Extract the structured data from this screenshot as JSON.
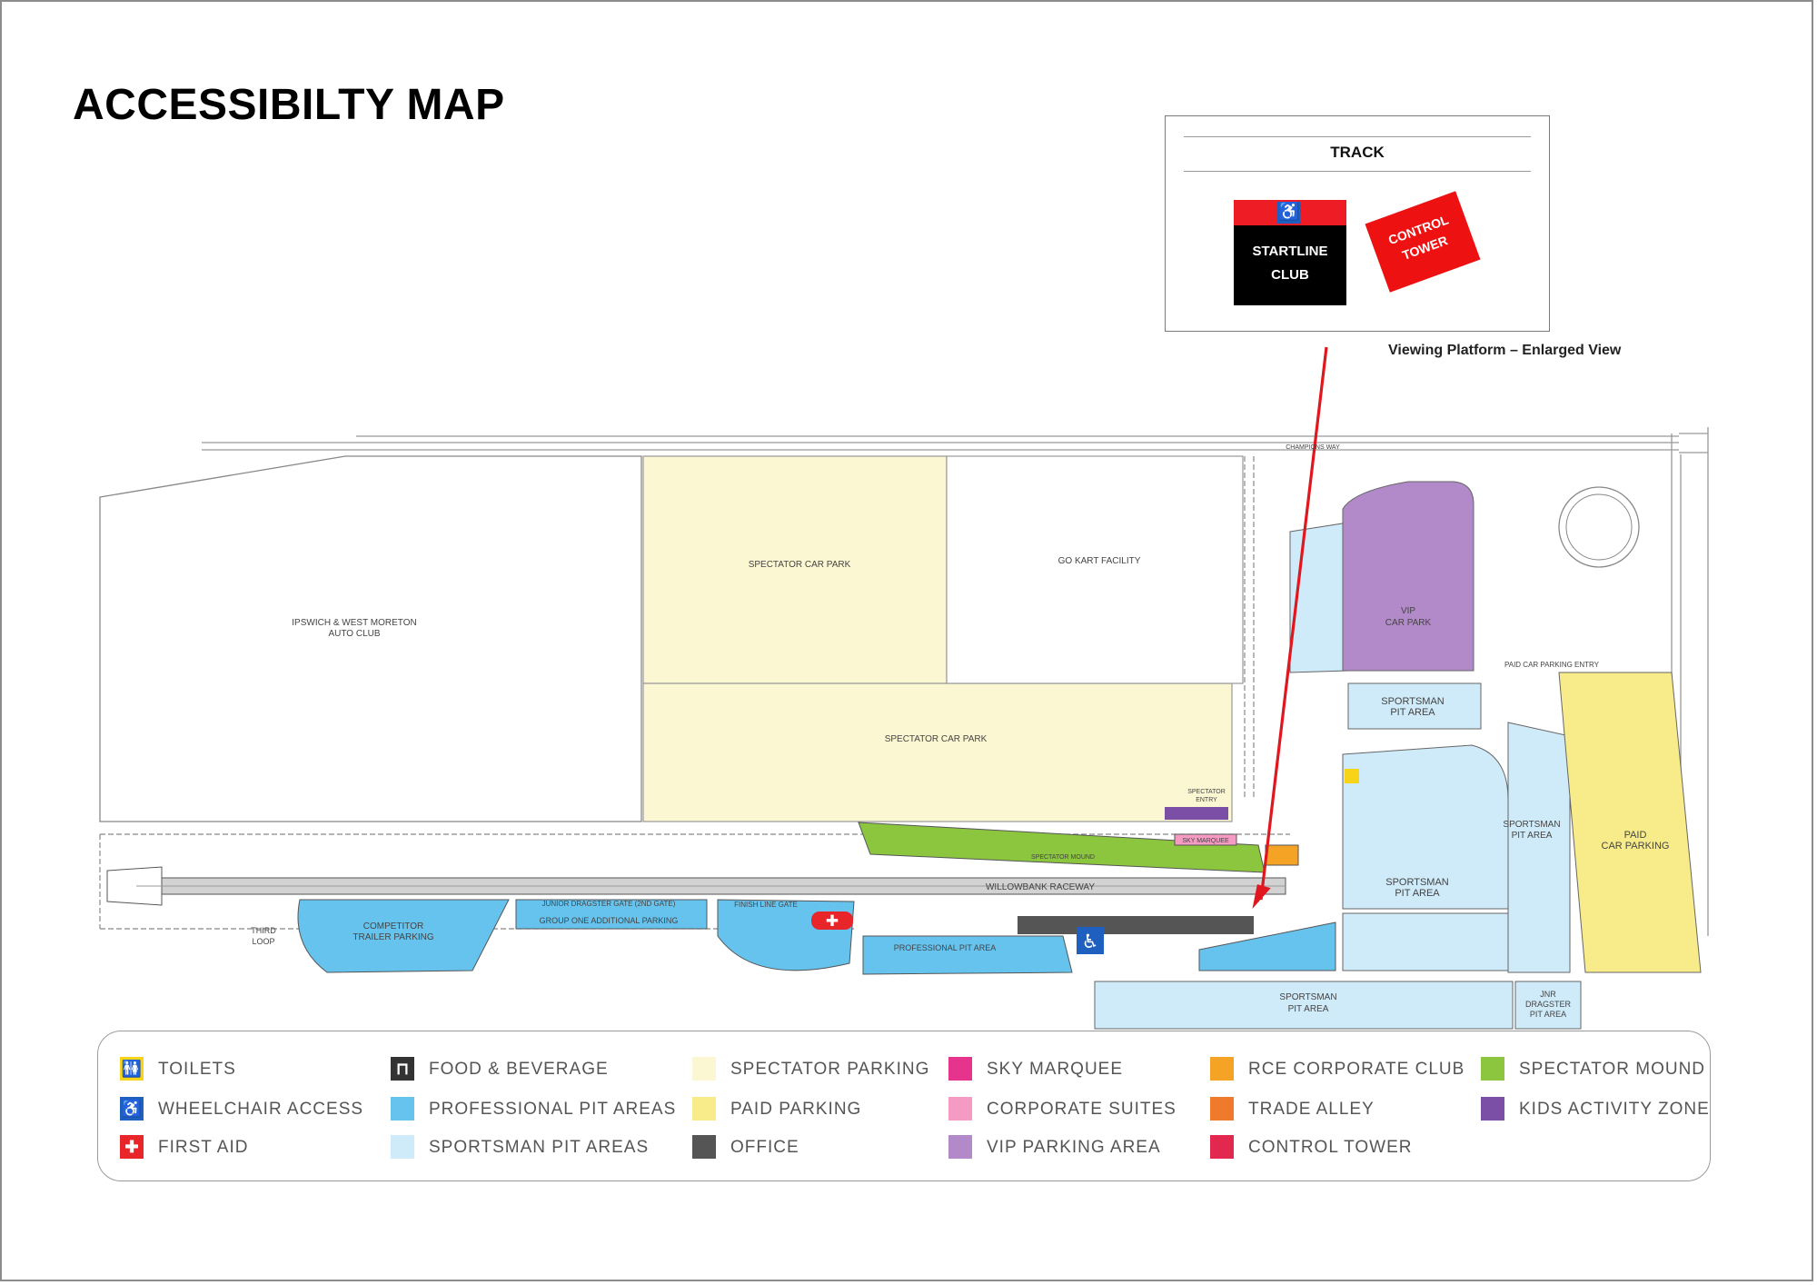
{
  "title": "ACCESSIBILTY MAP",
  "inset": {
    "track_label": "TRACK",
    "startline_club": "STARTLINE CLUB",
    "control_tower": "CONTROL TOWER",
    "caption": "Viewing Platform – Enlarged View"
  },
  "map_labels": {
    "auto_club": [
      "IPSWICH & WEST MORETON",
      "AUTO CLUB"
    ],
    "spectator_car_park_1": "SPECTATOR CAR PARK",
    "spectator_car_park_2": "SPECTATOR CAR PARK",
    "go_kart": "GO KART FACILITY",
    "vip_car_park": [
      "VIP",
      "CAR PARK"
    ],
    "sportsman_pit_1": [
      "SPORTSMAN",
      "PIT AREA"
    ],
    "sportsman_pit_2": [
      "SPORTSMAN",
      "PIT AREA"
    ],
    "sportsman_pit_3": [
      "SPORTSMAN",
      "PIT AREA"
    ],
    "sportsman_pit_4": [
      "SPORTSMAN",
      "PIT AREA"
    ],
    "paid_car_parking": [
      "PAID",
      "CAR PARKING"
    ],
    "paid_car_parking_entry": "PAID CAR PARKING ENTRY",
    "willowbank_raceway": "WILLOWBANK RACEWAY",
    "competitor_trailer": [
      "COMPETITOR",
      "TRAILER PARKING"
    ],
    "third_loop": [
      "THIRD",
      "LOOP"
    ],
    "junior_dragster_gate": "JUNIOR DRAGSTER GATE (2ND GATE)",
    "group_one_parking": "GROUP ONE ADDITIONAL PARKING",
    "finish_line_gate": "FINISH LINE GATE",
    "professional_pit": "PROFESSIONAL PIT AREA",
    "jnr_dragster_pit": [
      "JNR",
      "DRAGSTER",
      "PIT AREA"
    ],
    "champions_way": "CHAMPIONS WAY",
    "spectator_entry": [
      "SPECTATOR",
      "ENTRY"
    ],
    "sky_marquee": "SKY MARQUEE",
    "spectator_mound": "SPECTATOR MOUND"
  },
  "legend": {
    "items": [
      {
        "label": "TOILETS",
        "color": "#f7d417",
        "icon": "toilet-icon",
        "glyph": "🚻"
      },
      {
        "label": "WHEELCHAIR ACCESS",
        "color": "#1f5fbf",
        "icon": "wheelchair-icon",
        "glyph": "♿"
      },
      {
        "label": "FIRST AID",
        "color": "#e8262a",
        "icon": "first-aid-icon",
        "glyph": "✚"
      },
      {
        "label": "FOOD & BEVERAGE",
        "color": "#333333",
        "icon": "food-beverage-icon",
        "glyph": "⊓"
      },
      {
        "label": "PROFESSIONAL PIT AREAS",
        "color": "#66c3ee",
        "icon": "swatch",
        "glyph": ""
      },
      {
        "label": "SPORTSMAN PIT AREAS",
        "color": "#cfeaf8",
        "icon": "swatch",
        "glyph": ""
      },
      {
        "label": "SPECTATOR PARKING",
        "color": "#fbf7d2",
        "icon": "swatch",
        "glyph": ""
      },
      {
        "label": "PAID PARKING",
        "color": "#f8ec8a",
        "icon": "swatch",
        "glyph": ""
      },
      {
        "label": "OFFICE",
        "color": "#555555",
        "icon": "swatch",
        "glyph": ""
      },
      {
        "label": "SKY MARQUEE",
        "color": "#e6338c",
        "icon": "swatch",
        "glyph": ""
      },
      {
        "label": "CORPORATE SUITES",
        "color": "#f59ac2",
        "icon": "swatch",
        "glyph": ""
      },
      {
        "label": "VIP PARKING AREA",
        "color": "#b38ac9",
        "icon": "swatch",
        "glyph": ""
      },
      {
        "label": "RCE CORPORATE CLUB",
        "color": "#f5a325",
        "icon": "swatch",
        "glyph": ""
      },
      {
        "label": "TRADE ALLEY",
        "color": "#f07a2c",
        "icon": "swatch",
        "glyph": ""
      },
      {
        "label": "CONTROL TOWER",
        "color": "#e2284e",
        "icon": "swatch",
        "glyph": ""
      },
      {
        "label": "SPECTATOR MOUND",
        "color": "#8cc63f",
        "icon": "swatch",
        "glyph": ""
      },
      {
        "label": "KIDS ACTIVITY ZONE",
        "color": "#7c4fa6",
        "icon": "swatch",
        "glyph": ""
      }
    ]
  }
}
